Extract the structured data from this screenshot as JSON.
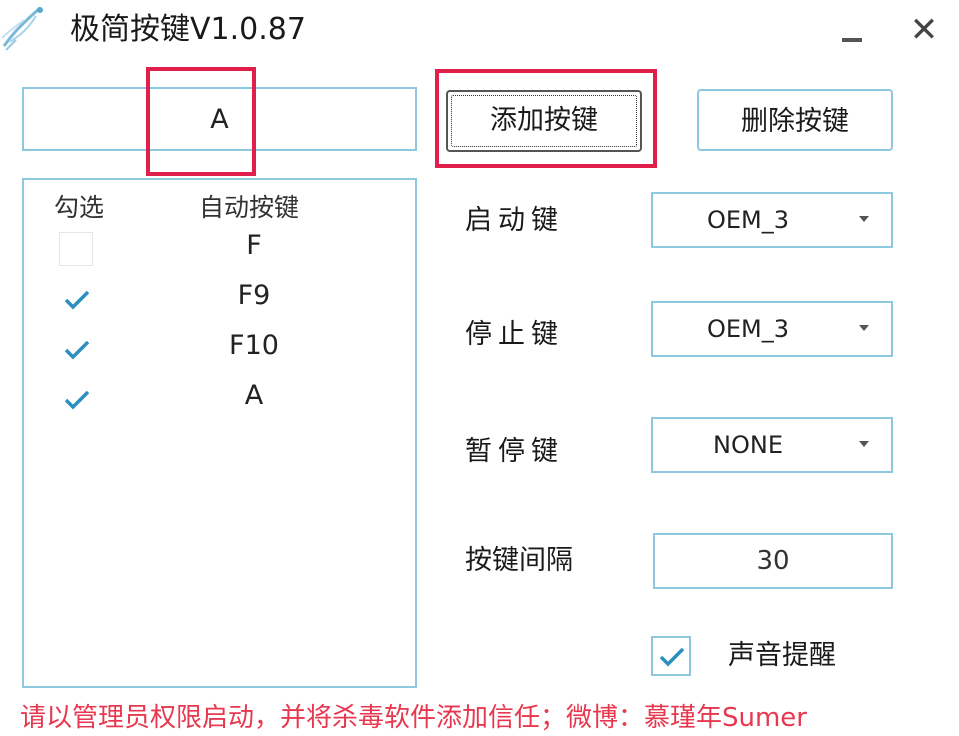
{
  "window": {
    "title": "极简按键V1.0.87",
    "minimize_label": "—",
    "close_label": "✕"
  },
  "key_input": {
    "value": "A"
  },
  "buttons": {
    "add_label": "添加按键",
    "delete_label": "删除按键"
  },
  "key_list": {
    "headers": {
      "check": "勾选",
      "key": "自动按键"
    },
    "rows": [
      {
        "key": "F",
        "checked": false
      },
      {
        "key": "F9",
        "checked": true
      },
      {
        "key": "F10",
        "checked": true
      },
      {
        "key": "A",
        "checked": true
      }
    ]
  },
  "settings": {
    "start_key": {
      "label": "启动键",
      "value": "OEM_3"
    },
    "stop_key": {
      "label": "停止键",
      "value": "OEM_3"
    },
    "pause_key": {
      "label": "暂停键",
      "value": "NONE"
    },
    "interval": {
      "label": "按键间隔",
      "value": "30"
    },
    "sound": {
      "label": "声音提醒",
      "checked": true
    }
  },
  "footer": {
    "note": "请以管理员权限启动，并将杀毒软件添加信任；微博：慕瑾年Sumer"
  },
  "colors": {
    "accent_border": "#8cc8e0",
    "check_color": "#2b8fc1",
    "highlight_red": "#e0204a",
    "footer_red": "#e8384f"
  }
}
